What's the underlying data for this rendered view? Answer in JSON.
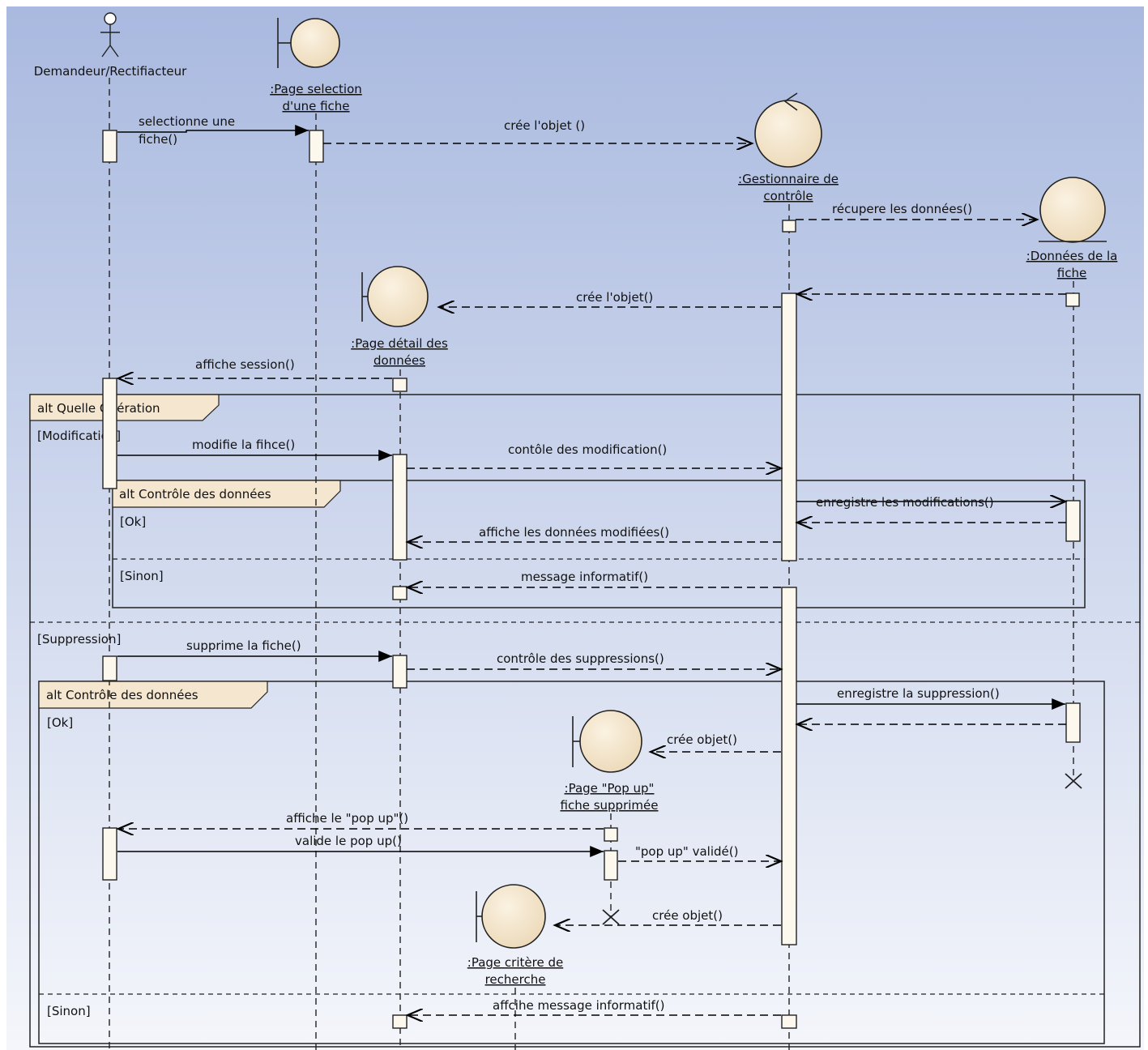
{
  "lifelines": {
    "actor": "Demandeur/Rectifiacteur",
    "page_selection": [
      ":Page selection",
      "d'une fiche"
    ],
    "gestionnaire": [
      ":Gestionnaire de",
      "contrôle"
    ],
    "donnees": [
      ":Données de la",
      "fiche"
    ],
    "page_detail": [
      ":Page détail des",
      "données"
    ],
    "page_popup": [
      ":Page \"Pop up\"",
      "fiche supprimée"
    ],
    "page_critere": [
      ":Page critère de",
      "recherche"
    ]
  },
  "messages": {
    "m1": [
      "selectionne une",
      "fiche()"
    ],
    "m2": "crée l'objet ()",
    "m3": "récupere les données()",
    "m4": "crée l'objet()",
    "m5": "affiche session()",
    "m6": "modifie la fihce()",
    "m7": "contôle des modification()",
    "m8": "enregistre les modifications()",
    "m9": "affiche les données modifiées()",
    "m10": "message informatif()",
    "m11": "supprime la fiche()",
    "m12": "contrôle des suppressions()",
    "m13": "enregistre la suppression()",
    "m14": "crée objet()",
    "m15": "affiche le \"pop up\"()",
    "m16": "valide le pop up()",
    "m17": "\"pop up\" validé()",
    "m18": "crée objet()",
    "m19": "affcihe message informatif()"
  },
  "fragments": {
    "outer_title": "alt Quelle Opération",
    "outer_guard1": "[Modification]",
    "outer_guard2": "[Suppression]",
    "inner1_title": "alt Contrôle des données",
    "inner1_guard1": "[Ok]",
    "inner1_guard2": "[Sinon]",
    "inner2_title": "alt Contrôle des données",
    "inner2_guard1": "[Ok]",
    "inner2_guard2": "[Sinon]"
  },
  "colors": {
    "bg_top": "#a9b9df",
    "bg_bottom": "#f4f6fb",
    "head_fill": "#f4e6cf",
    "activation_fill": "#fdf8ee"
  }
}
